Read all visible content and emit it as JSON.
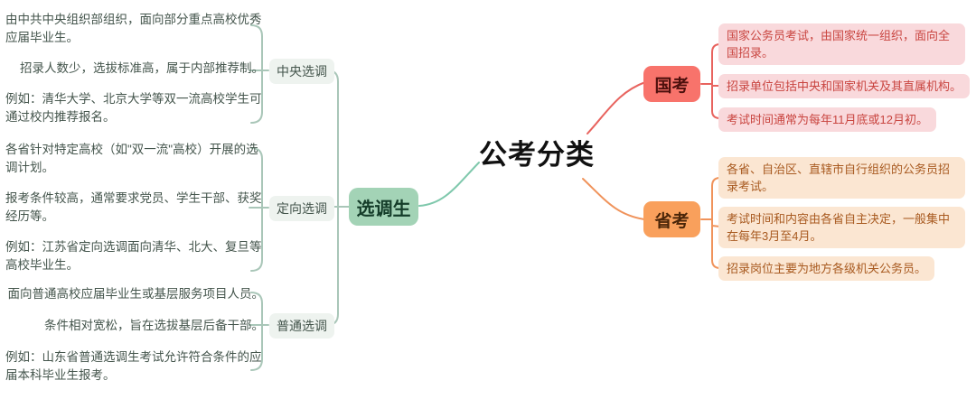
{
  "title": "公考分类",
  "colors": {
    "guokao_fill": "#f8736b",
    "guokao_leaf_bg": "#f9d9dc",
    "guokao_leaf_text": "#c94540",
    "shengkao_fill": "#f9a05c",
    "shengkao_leaf_bg": "#fbe6d2",
    "shengkao_leaf_text": "#a85a20",
    "xuandiao_fill": "#a3d3b6",
    "branch_red": "#e8635e",
    "branch_orange": "#f0935b",
    "branch_teal": "#7fc8ac",
    "branch_sage": "#a9c6b8"
  },
  "left": {
    "root_label": "选调生",
    "branches": [
      {
        "label": "中央选调",
        "items": [
          "由中共中央组织部组织，面向部分重点高校优秀应届毕业生。",
          "招录人数少，选拔标准高，属于内部推荐制。",
          "例如：清华大学、北京大学等双一流高校学生可通过校内推荐报名。"
        ]
      },
      {
        "label": "定向选调",
        "items": [
          "各省针对特定高校（如\"双一流\"高校）开展的选调计划。",
          "报考条件较高，通常要求党员、学生干部、获奖经历等。",
          "例如：江苏省定向选调面向清华、北大、复旦等高校毕业生。"
        ]
      },
      {
        "label": "普通选调",
        "items": [
          "面向普通高校应届毕业生或基层服务项目人员。",
          "条件相对宽松，旨在选拔基层后备干部。",
          "例如：山东省普通选调生考试允许符合条件的应届本科毕业生报考。"
        ]
      }
    ]
  },
  "right": {
    "branches": [
      {
        "label": "国考",
        "items": [
          "国家公务员考试，由国家统一组织，面向全国招录。",
          "招录单位包括中央和国家机关及其直属机构。",
          "考试时间通常为每年11月底或12月初。"
        ]
      },
      {
        "label": "省考",
        "items": [
          "各省、自治区、直辖市自行组织的公务员招录考试。",
          "考试时间和内容由各省自主决定，一般集中在每年3月至4月。",
          "招录岗位主要为地方各级机关公务员。"
        ]
      }
    ]
  }
}
